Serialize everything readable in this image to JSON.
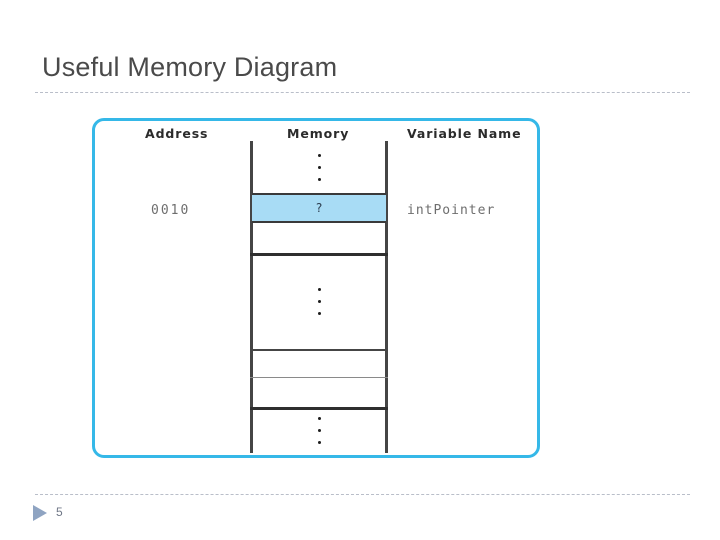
{
  "slide": {
    "title": "Useful Memory Diagram",
    "page_number": "5",
    "accent_color": "#35b8e8",
    "title_color": "#4a4a4a",
    "rule_color": "#b9bec9",
    "marker_color": "#8fa4c2"
  },
  "diagram": {
    "border_color": "#35b8e8",
    "headers": {
      "address": "Address",
      "memory": "Memory",
      "variable_name": "Variable Name"
    },
    "highlight": {
      "address": "0010",
      "memory_value": "?",
      "variable_name": "intPointer",
      "fill_color": "#a8dcf5"
    },
    "ellipsis_glyph": "vertical-ellipsis",
    "memory_rows": [
      {
        "name": "top-ellipsis-region",
        "type": "dots",
        "height": 52
      },
      {
        "name": "allocated-cell",
        "type": "highlighted",
        "height": 30
      },
      {
        "name": "empty-cell-1",
        "type": "empty",
        "height": 30
      },
      {
        "name": "middle-ellipsis-region",
        "type": "dots",
        "height": 96
      },
      {
        "name": "empty-cell-2",
        "type": "empty",
        "height": 28
      },
      {
        "name": "empty-cell-3",
        "type": "empty",
        "height": 30
      },
      {
        "name": "bottom-ellipsis-region",
        "type": "dots",
        "height": 46
      }
    ]
  }
}
